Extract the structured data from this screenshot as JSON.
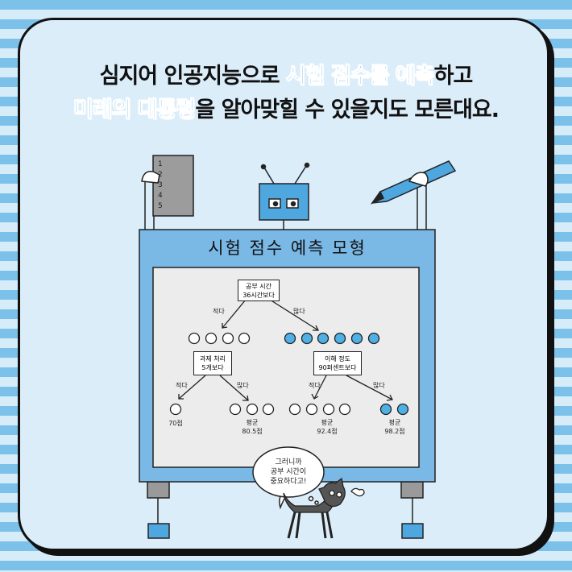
{
  "headline": {
    "line1_pre": "심지어 인공지능으로 ",
    "line1_hl": "시험 점수를 예측",
    "line1_post": "하고",
    "line2_hl": "미래의 대통령",
    "line2_post": "을 알아맞힐 수 있을지도 모른대요."
  },
  "board": {
    "title": "시험 점수 예측 모형",
    "root": {
      "line1": "공부 시간",
      "line2": "36시간보다"
    },
    "left_node": {
      "line1": "과제 처리",
      "line2": "5개보다"
    },
    "right_node": {
      "line1": "이해 정도",
      "line2": "90퍼센트보다"
    },
    "less": "적다",
    "more": "많다",
    "leaves": [
      {
        "line1": "",
        "line2": "70점"
      },
      {
        "line1": "평균",
        "line2": "80.5점"
      },
      {
        "line1": "평균",
        "line2": "92.4점"
      },
      {
        "line1": "평균",
        "line2": "98.2점"
      }
    ]
  },
  "paper_numbers": [
    "1",
    "2",
    "3",
    "4",
    "5"
  ],
  "cat_speech": {
    "line1": "그러니까",
    "line2": "공부 시간이",
    "line3": "중요하다고!"
  },
  "colors": {
    "accent": "#2aa0e0",
    "board": "#7ab8e6",
    "panel": "#ececec",
    "dot_blue": "#4fb0e6"
  }
}
